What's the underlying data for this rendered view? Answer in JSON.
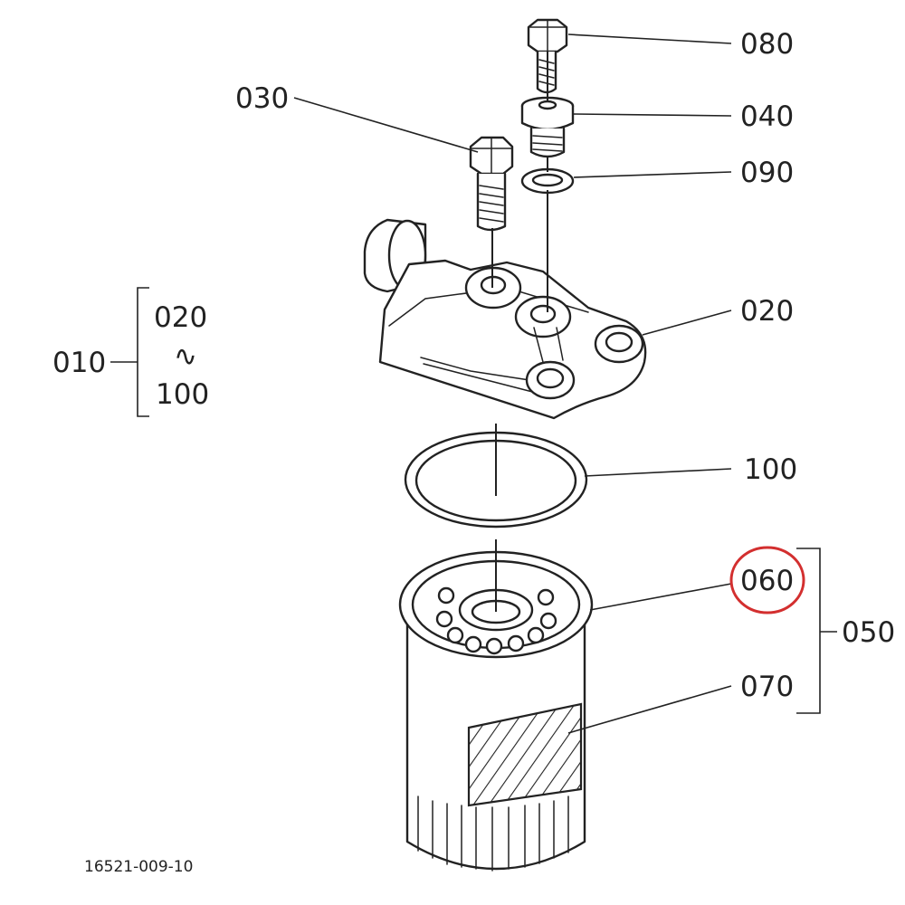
{
  "drawing_number": "16521-009-10",
  "highlight_color": "#d32f2f",
  "highlighted_part": "060",
  "callouts": {
    "p080": "080",
    "p030": "030",
    "p040": "040",
    "p090": "090",
    "p020": "020",
    "p100": "100",
    "p060": "060",
    "p070": "070"
  },
  "groups": {
    "g010": {
      "label": "010",
      "range_from": "020",
      "range_sep": "∿",
      "range_to": "100"
    },
    "g050": {
      "label": "050"
    }
  }
}
